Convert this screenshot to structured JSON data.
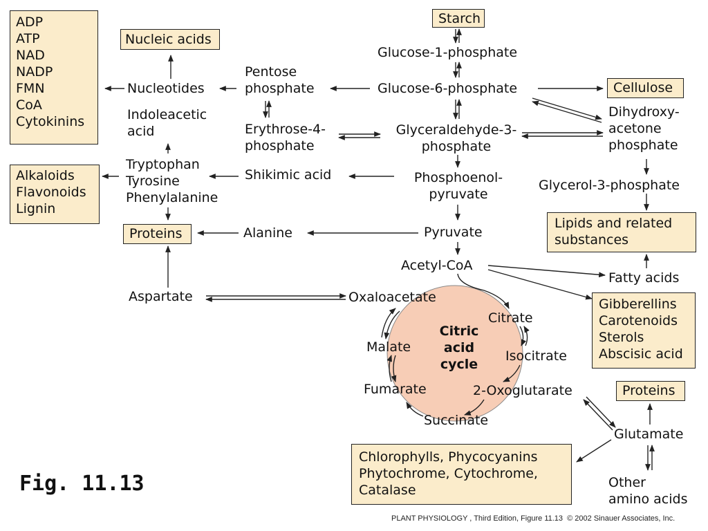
{
  "boxes": {
    "cofactors": "ADP\nATP\nNAD\nNADP\nFMN\nCoA\nCytokinins",
    "nucleic_acids": "Nucleic acids",
    "starch": "Starch",
    "cellulose": "Cellulose",
    "alkaloids": "Alkaloids\nFlavonoids\nLignin",
    "proteins_left": "Proteins",
    "lipids": "Lipids and related\nsubstances",
    "gibberellins": "Gibberellins\nCarotenoids\nSterols\nAbscisic acid",
    "proteins_right": "Proteins",
    "chlorophylls": "Chlorophylls, Phycocyanins\nPhytochrome, Cytochrome,\nCatalase"
  },
  "nodes": {
    "glucose1p": "Glucose-1-phosphate",
    "glucose6p": "Glucose-6-phosphate",
    "pentose": "Pentose\nphosphate",
    "nucleotides": "Nucleotides",
    "indoleacetic": "Indoleacetic\nacid",
    "erythrose": "Erythrose-4-\nphosphate",
    "glyceraldehyde": "Glyceraldehyde-3-\nphosphate",
    "dihydroxy": "Dihydroxy-\nacetone\nphosphate",
    "glycerol3p": "Glycerol-3-phosphate",
    "tryptophan": "Tryptophan\nTyrosine\nPhenylalanine",
    "shikimic": "Shikimic acid",
    "pep": "Phosphoenol-\npyruvate",
    "alanine": "Alanine",
    "pyruvate": "Pyruvate",
    "acetylcoa": "Acetyl-CoA",
    "fattyacids": "Fatty acids",
    "aspartate": "Aspartate",
    "oxaloacetate": "Oxaloacetate",
    "citrate": "Citrate",
    "isocitrate": "Isocitrate",
    "malate": "Malate",
    "fumarate": "Fumarate",
    "oxoglutarate": "2-Oxoglutarate",
    "succinate": "Succinate",
    "glutamate": "Glutamate",
    "other_amino": "Other\namino acids",
    "cycle_label": "Citric\nacid\ncycle"
  },
  "figure_label": "Fig. 11.13",
  "credit": "PLANT PHYSIOLOGY , Third Edition, Figure 11.13  © 2002 Sinauer Associates, Inc.",
  "colors": {
    "box_fill": "#fbeccb",
    "cycle_fill": "#f7cdb6",
    "stroke": "#222222"
  }
}
